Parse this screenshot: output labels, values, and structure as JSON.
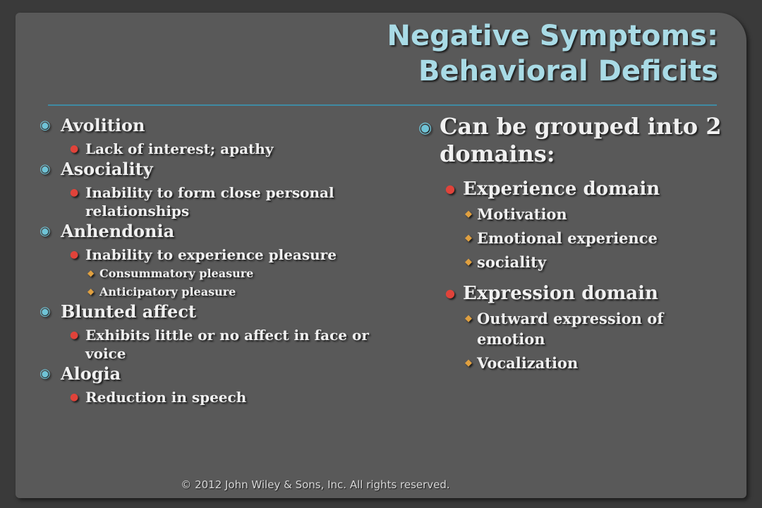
{
  "title": {
    "line1": "Negative Symptoms:",
    "line2": "Behavioral Deficits"
  },
  "colors": {
    "background": "#595959",
    "title": "#a9dbe6",
    "rule": "#3f8aa3",
    "bullet_level1": "#6fc3d6",
    "bullet_level2": "#e0433a",
    "bullet_level3": "#e0a040",
    "text": "#f0f0f0"
  },
  "bullet_icons": {
    "level1": "circled-dot-icon",
    "level2": "round-bullet-icon",
    "level3": "small-diamond-bullet-icon"
  },
  "left": {
    "items": [
      {
        "label": "Avolition",
        "subs": [
          "Lack of interest; apathy"
        ]
      },
      {
        "label": "Asociality",
        "subs": [
          "Inability to form close personal relationships"
        ]
      },
      {
        "label": "Anhendonia",
        "subs": [
          "Inability to experience pleasure"
        ],
        "subsubs": [
          "Consummatory pleasure",
          "Anticipatory pleasure"
        ]
      },
      {
        "label": "Blunted affect",
        "subs": [
          "Exhibits little or no affect in face or voice"
        ]
      },
      {
        "label": "Alogia",
        "subs": [
          "Reduction in speech"
        ]
      }
    ]
  },
  "right": {
    "heading": "Can be grouped into 2 domains:",
    "domains": [
      {
        "label": "Experience domain",
        "items": [
          "Motivation",
          "Emotional experience",
          "sociality"
        ]
      },
      {
        "label": "Expression domain",
        "items": [
          "Outward expression of emotion",
          "Vocalization"
        ]
      }
    ]
  },
  "footer": "© 2012 John Wiley & Sons, Inc. All rights reserved."
}
